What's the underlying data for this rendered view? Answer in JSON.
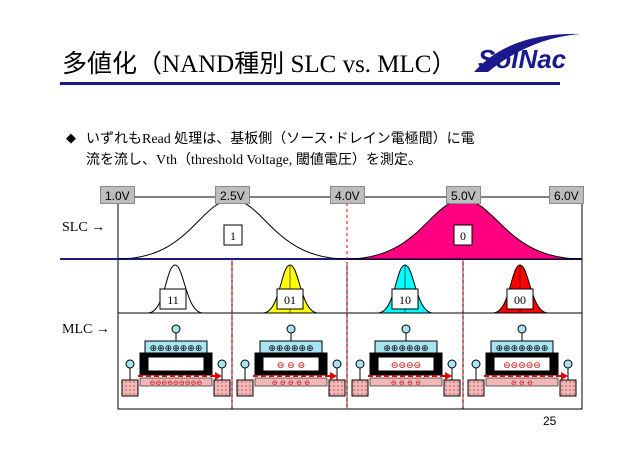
{
  "title": "多値化（NAND種別 SLC vs. MLC）",
  "logo": {
    "text": "SolNac"
  },
  "bullet": {
    "line1": "いずれもRead 処理は、基板側（ソース･ドレイン電極間）に電",
    "line2": "流を流し、Vth（threshold Voltage, 閾値電圧）を測定。"
  },
  "voltage_labels": [
    "1.0V",
    "2.5V",
    "4.0V",
    "5.0V",
    "6.0V"
  ],
  "slc": {
    "label": "SLC →",
    "states": [
      {
        "label": "1",
        "fill": "none"
      },
      {
        "label": "0",
        "fill": "#ff0080"
      }
    ]
  },
  "mlc": {
    "label": "MLC →",
    "states": [
      {
        "label": "11",
        "fill": "none"
      },
      {
        "label": "01",
        "fill": "#ffff00"
      },
      {
        "label": "10",
        "fill": "#00ffff"
      },
      {
        "label": "00",
        "fill": "#ff0000"
      }
    ],
    "cells": [
      {
        "gate_charges": "⊕⊕⊕⊕⊕⊕⊕",
        "floating_gate_electrons": "",
        "channel_charges": "⊖⊖⊖⊖⊖⊖⊖⊖⊖"
      },
      {
        "gate_charges": "⊕⊕⊕⊕⊕⊕",
        "floating_gate_electrons": "⊖ ⊖ ⊖",
        "channel_charges": "⊖ ⊖ ⊖ ⊖ ⊖"
      },
      {
        "gate_charges": "⊕⊕⊕⊕⊕⊕",
        "floating_gate_electrons": "⊖⊖⊖⊖",
        "channel_charges": "⊖ ⊖ ⊖ ⊖"
      },
      {
        "gate_charges": "⊕⊕⊕⊕⊕⊕⊕",
        "floating_gate_electrons": "⊖⊖⊖⊖⊖",
        "channel_charges": "⊖ ⊖ ⊖"
      }
    ]
  },
  "colors": {
    "title_rule": "#1a1a8c",
    "slc_axis": "#1a1a8c",
    "divider": "#ff0000",
    "gate_fill": "#a8e4f0",
    "electrode_fill": "#f2b8b8",
    "channel_arrow": "#e00000"
  },
  "page_number": "25"
}
